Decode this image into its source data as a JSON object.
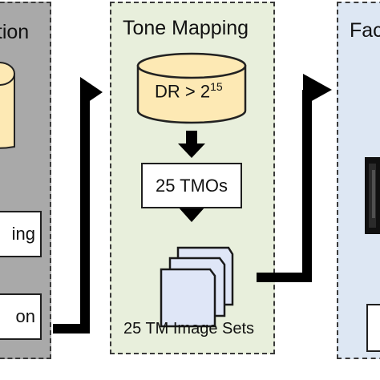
{
  "left_panel": {
    "title": "ation",
    "box_upper": "ing",
    "box_lower": "on"
  },
  "middle_panel": {
    "title": "Tone Mapping",
    "cylinder_text": "DR > 2",
    "cylinder_exponent": "15",
    "tmo_box": "25 TMOs",
    "image_sets_label": "25 TM Image Sets"
  },
  "right_panel": {
    "title": "Fac"
  },
  "colors": {
    "cylinder_fill": "#fde9b4",
    "cylinder_stroke": "#222222",
    "left_panel_bg": "#a9a9a9",
    "middle_panel_bg": "#e8efdc",
    "right_panel_bg": "#dde7f3",
    "page_fill": "#dfe6f7",
    "arrow": "#000000"
  }
}
